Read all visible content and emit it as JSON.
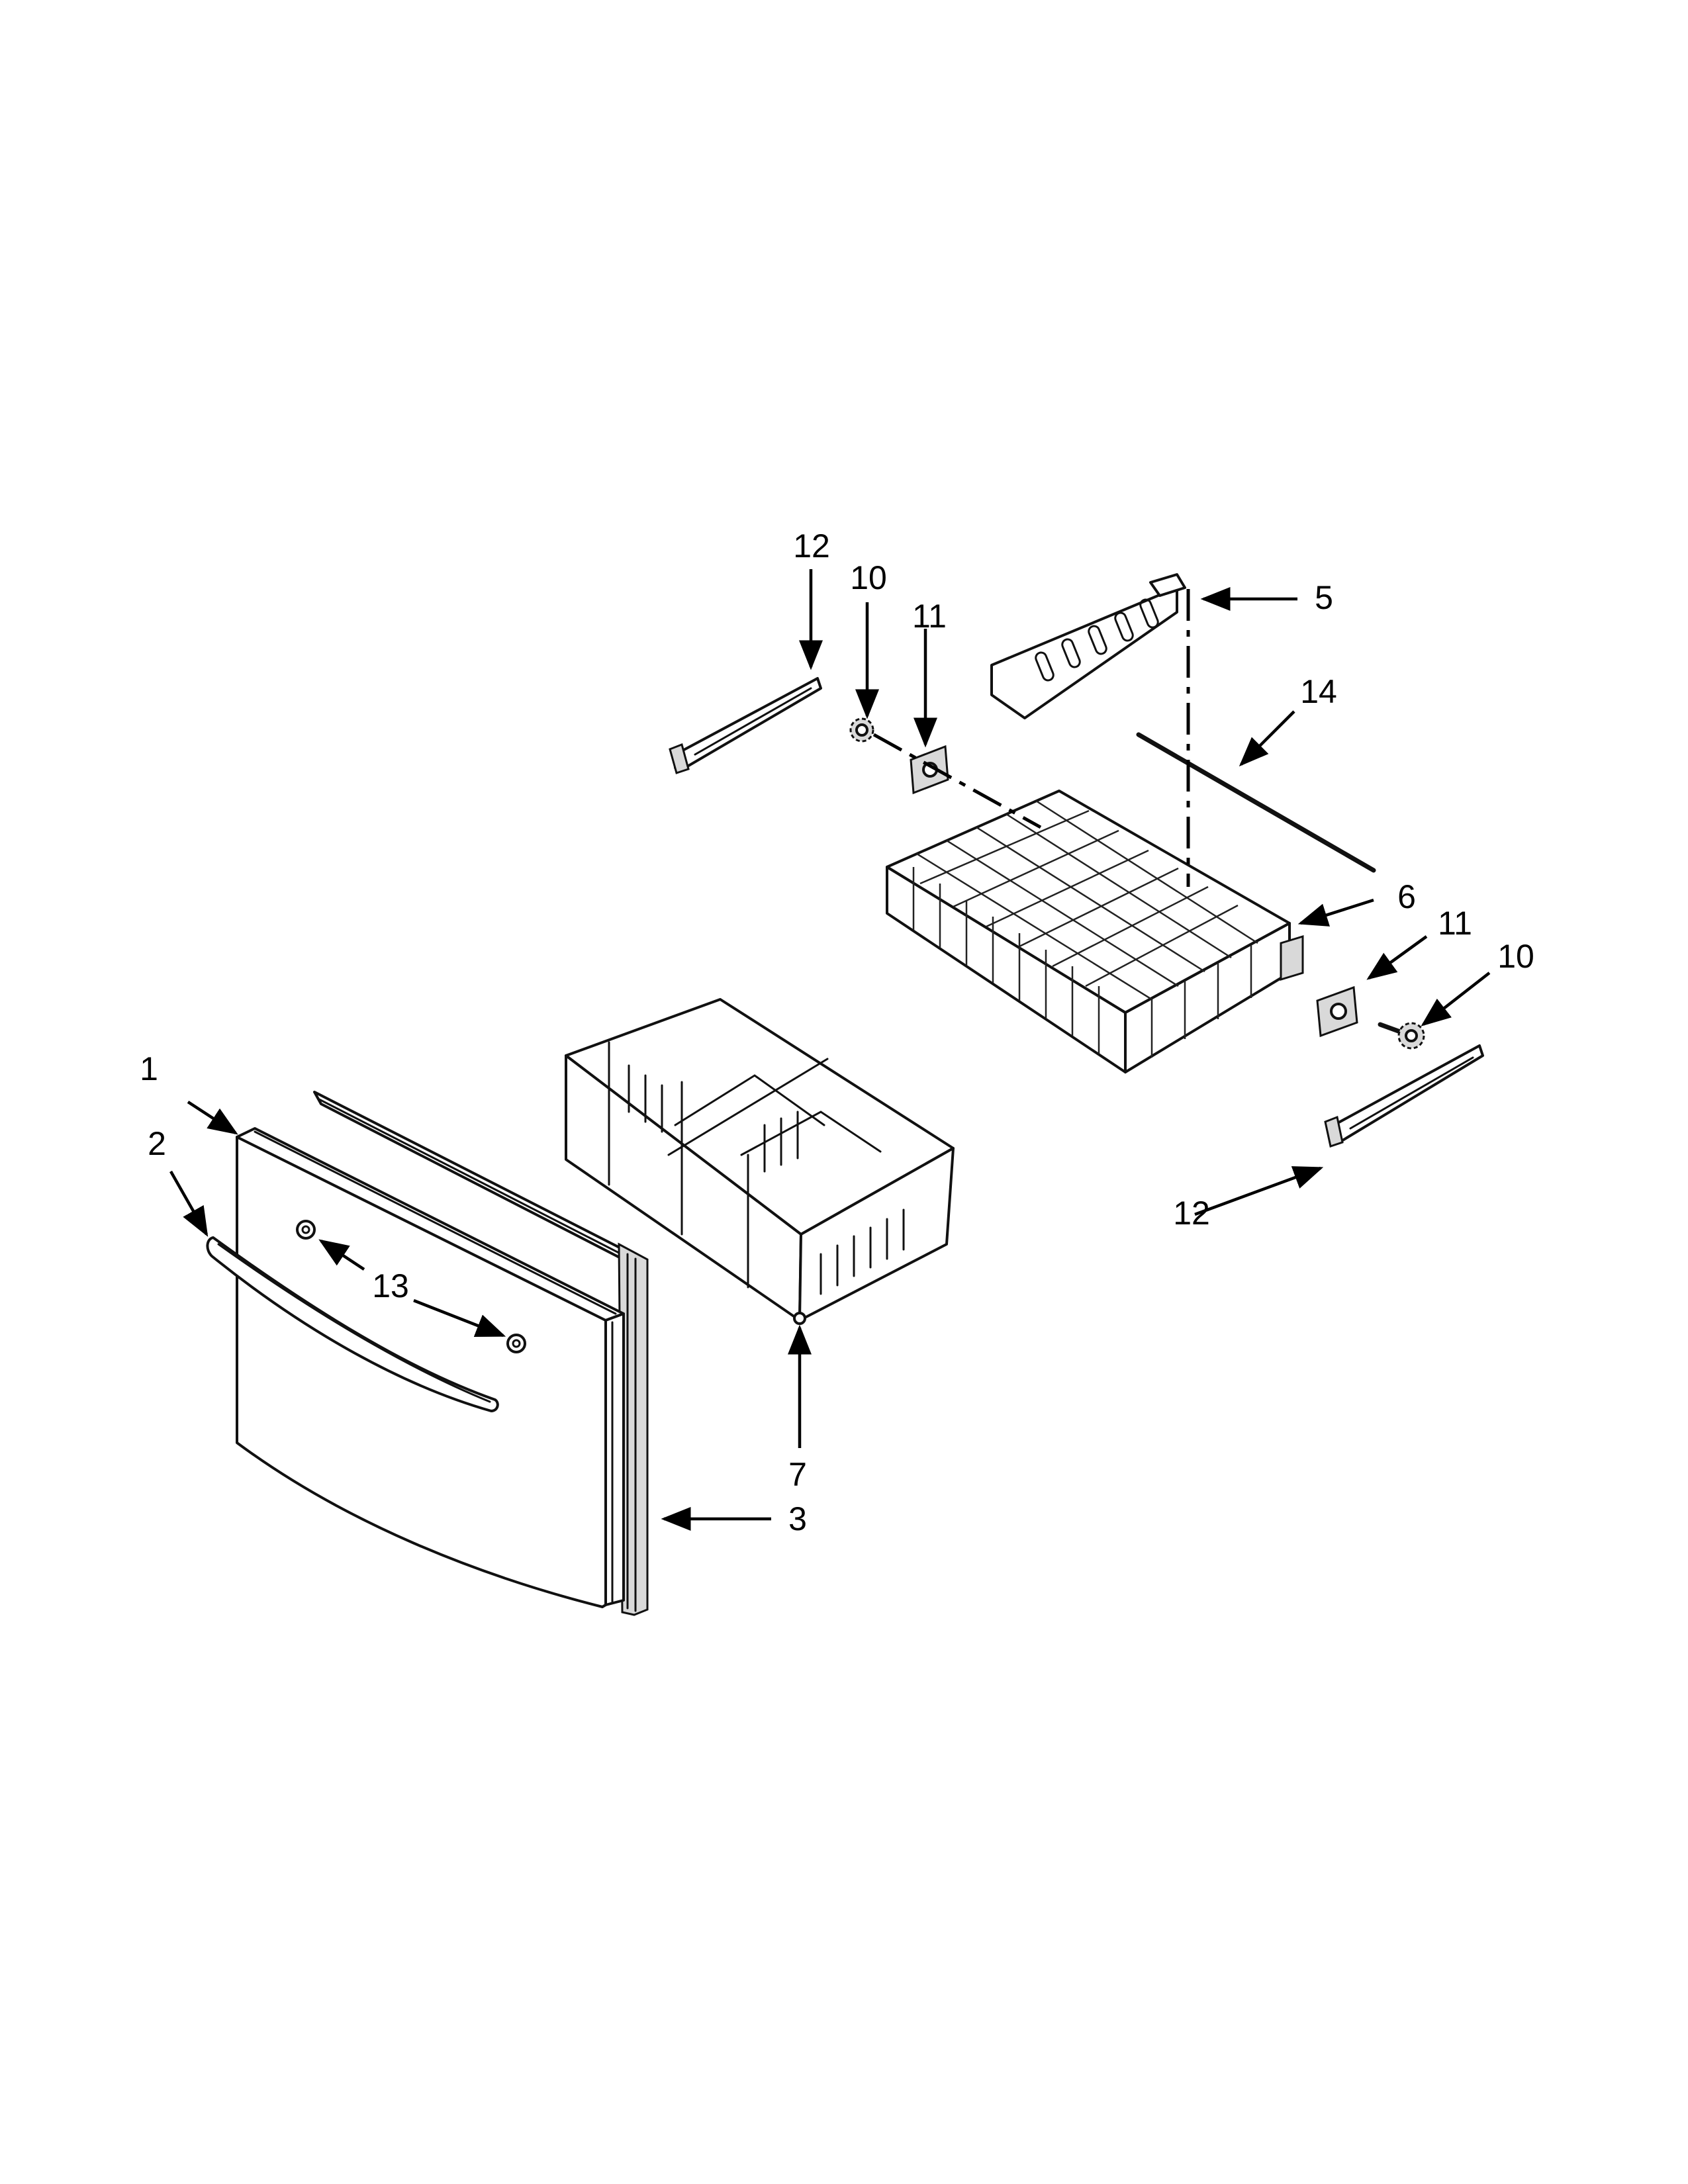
{
  "callouts": {
    "c1": "1",
    "c2": "2",
    "c3": "3",
    "c5": "5",
    "c6": "6",
    "c7": "7",
    "c10a": "10",
    "c10b": "10",
    "c11a": "11",
    "c11b": "11",
    "c12a": "12",
    "c12b": "12",
    "c13": "13",
    "c14": "14"
  }
}
